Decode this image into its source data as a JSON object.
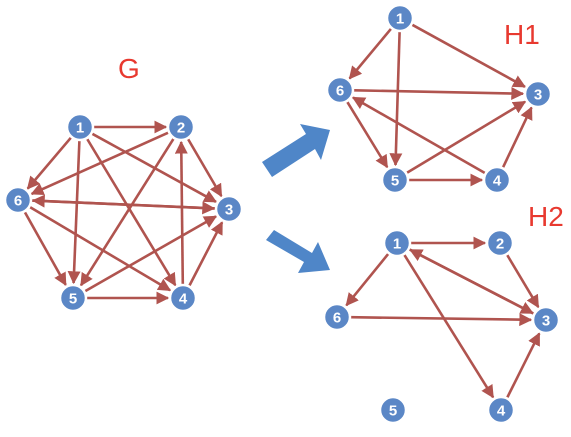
{
  "colors": {
    "title": "#e8392f",
    "node_fill": "#5b87c6",
    "edge": "#b0544f",
    "big_arrow": "#4f86c8"
  },
  "graphs": [
    {
      "id": "g",
      "title": "G",
      "nodes": [
        "1",
        "2",
        "3",
        "4",
        "5",
        "6"
      ],
      "edges": [
        [
          "1",
          "2"
        ],
        [
          "1",
          "6"
        ],
        [
          "1",
          "5"
        ],
        [
          "1",
          "3"
        ],
        [
          "1",
          "4"
        ],
        [
          "2",
          "3"
        ],
        [
          "2",
          "6"
        ],
        [
          "2",
          "5"
        ],
        [
          "6",
          "3"
        ],
        [
          "6",
          "4"
        ],
        [
          "6",
          "5"
        ],
        [
          "5",
          "3"
        ],
        [
          "5",
          "4"
        ],
        [
          "4",
          "2"
        ],
        [
          "4",
          "3"
        ],
        [
          "3",
          "6"
        ]
      ]
    },
    {
      "id": "h1",
      "title": "H1",
      "nodes": [
        "1",
        "3",
        "4",
        "5",
        "6"
      ],
      "edges": [
        [
          "1",
          "6"
        ],
        [
          "1",
          "3"
        ],
        [
          "1",
          "5"
        ],
        [
          "6",
          "3"
        ],
        [
          "6",
          "5"
        ],
        [
          "5",
          "4"
        ],
        [
          "5",
          "3"
        ],
        [
          "4",
          "6"
        ],
        [
          "4",
          "3"
        ]
      ]
    },
    {
      "id": "h2",
      "title": "H2",
      "nodes": [
        "1",
        "2",
        "3",
        "4",
        "5",
        "6"
      ],
      "edges": [
        [
          "1",
          "2"
        ],
        [
          "1",
          "6"
        ],
        [
          "1",
          "4"
        ],
        [
          "1",
          "3"
        ],
        [
          "2",
          "3"
        ],
        [
          "6",
          "3"
        ],
        [
          "4",
          "3"
        ],
        [
          "3",
          "1"
        ]
      ]
    }
  ]
}
